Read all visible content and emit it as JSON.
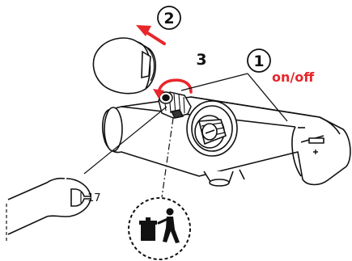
{
  "steps": {
    "step1": "1",
    "step2": "2",
    "step3": "3"
  },
  "labels": {
    "onoff": "on/off",
    "wrench_size": "17"
  },
  "icons": {
    "disposal": "waste-bin-disposal-icon",
    "rotate": "counterclockwise-arrow-icon",
    "pull": "pull-out-arrow-icon"
  },
  "colors": {
    "accent": "#e8262b",
    "line": "#111111",
    "body_fill": "#ffffff"
  }
}
